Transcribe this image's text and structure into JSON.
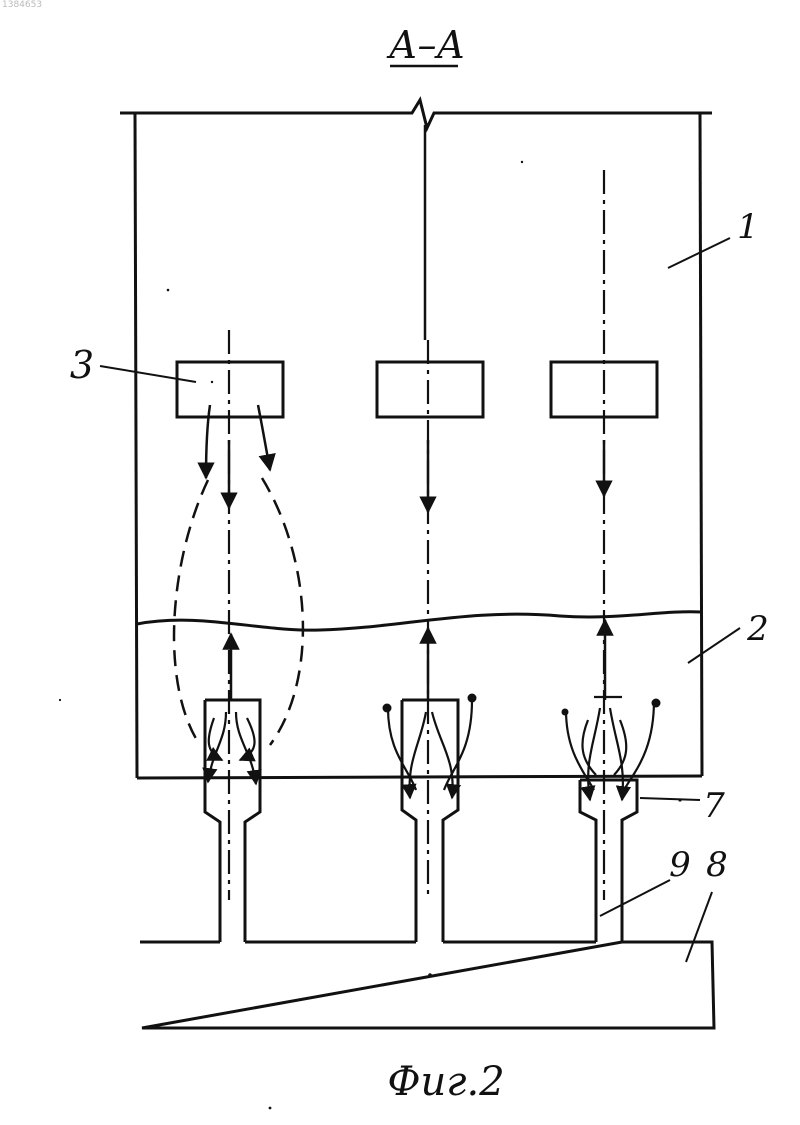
{
  "corner_id": "1384653",
  "section_label": "А–А",
  "figure_caption": "Фиг.2",
  "callouts": {
    "c1": "1",
    "c2": "2",
    "c3": "3",
    "c7": "7",
    "c8": "8",
    "c9": "9"
  },
  "ink_color": "#111111",
  "paper_color": "#ffffff"
}
